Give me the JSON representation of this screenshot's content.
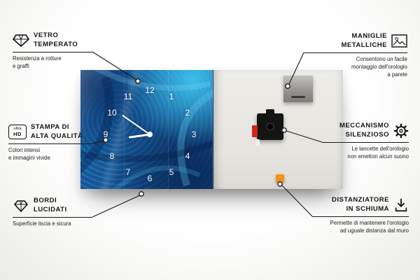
{
  "clock": {
    "numbers": [
      "1",
      "2",
      "3",
      "4",
      "5",
      "6",
      "7",
      "8",
      "9",
      "10",
      "11",
      "12"
    ]
  },
  "colors": {
    "line_black": "#1a1a1a",
    "face_blue": "#1668ad",
    "accent_teal": "#35b6e8",
    "foam_orange": "#f0941f",
    "mechanism_black": "#141414"
  },
  "callouts": [
    {
      "id": "vetro-temperato",
      "icon": "diamond-icon",
      "title": "VETRO\nTEMPERATO",
      "subtitle": "Resistenza a rotture\ne graffi"
    },
    {
      "id": "stampa-alta-qualita",
      "icon": "ultra-hd-badge",
      "badge": {
        "top": "ultra",
        "bottom": "HD"
      },
      "title": "STAMPA DI\nALTA QUALITÀ",
      "subtitle": "Colori intensi\ne immagini vivide"
    },
    {
      "id": "bordi-lucidati",
      "icon": "gem-icon",
      "title": "BORDI\nLUCIDATI",
      "subtitle": "Superficie liscia e sicura"
    },
    {
      "id": "maniglie-metalliche",
      "icon": "picture-frame-icon",
      "title": "MANIGLIE\nMETALLICHE",
      "subtitle": "Consentono un facile\nmontaggio dell'orologio\na parete"
    },
    {
      "id": "meccanismo-silenzioso",
      "icon": "gear-icon",
      "title": "MECCANISMO\nSILENZIOSO",
      "subtitle": "Le lancette dell'orologio\nnon emetton alcun suono"
    },
    {
      "id": "distanziatore-in-schiuma",
      "icon": "arrow-down-icon",
      "title": "DISTANZIATORE\nIN SCHIUMA",
      "subtitle": "Permette di mantenere l'orologio\nad uguale distanza dal muro"
    }
  ]
}
